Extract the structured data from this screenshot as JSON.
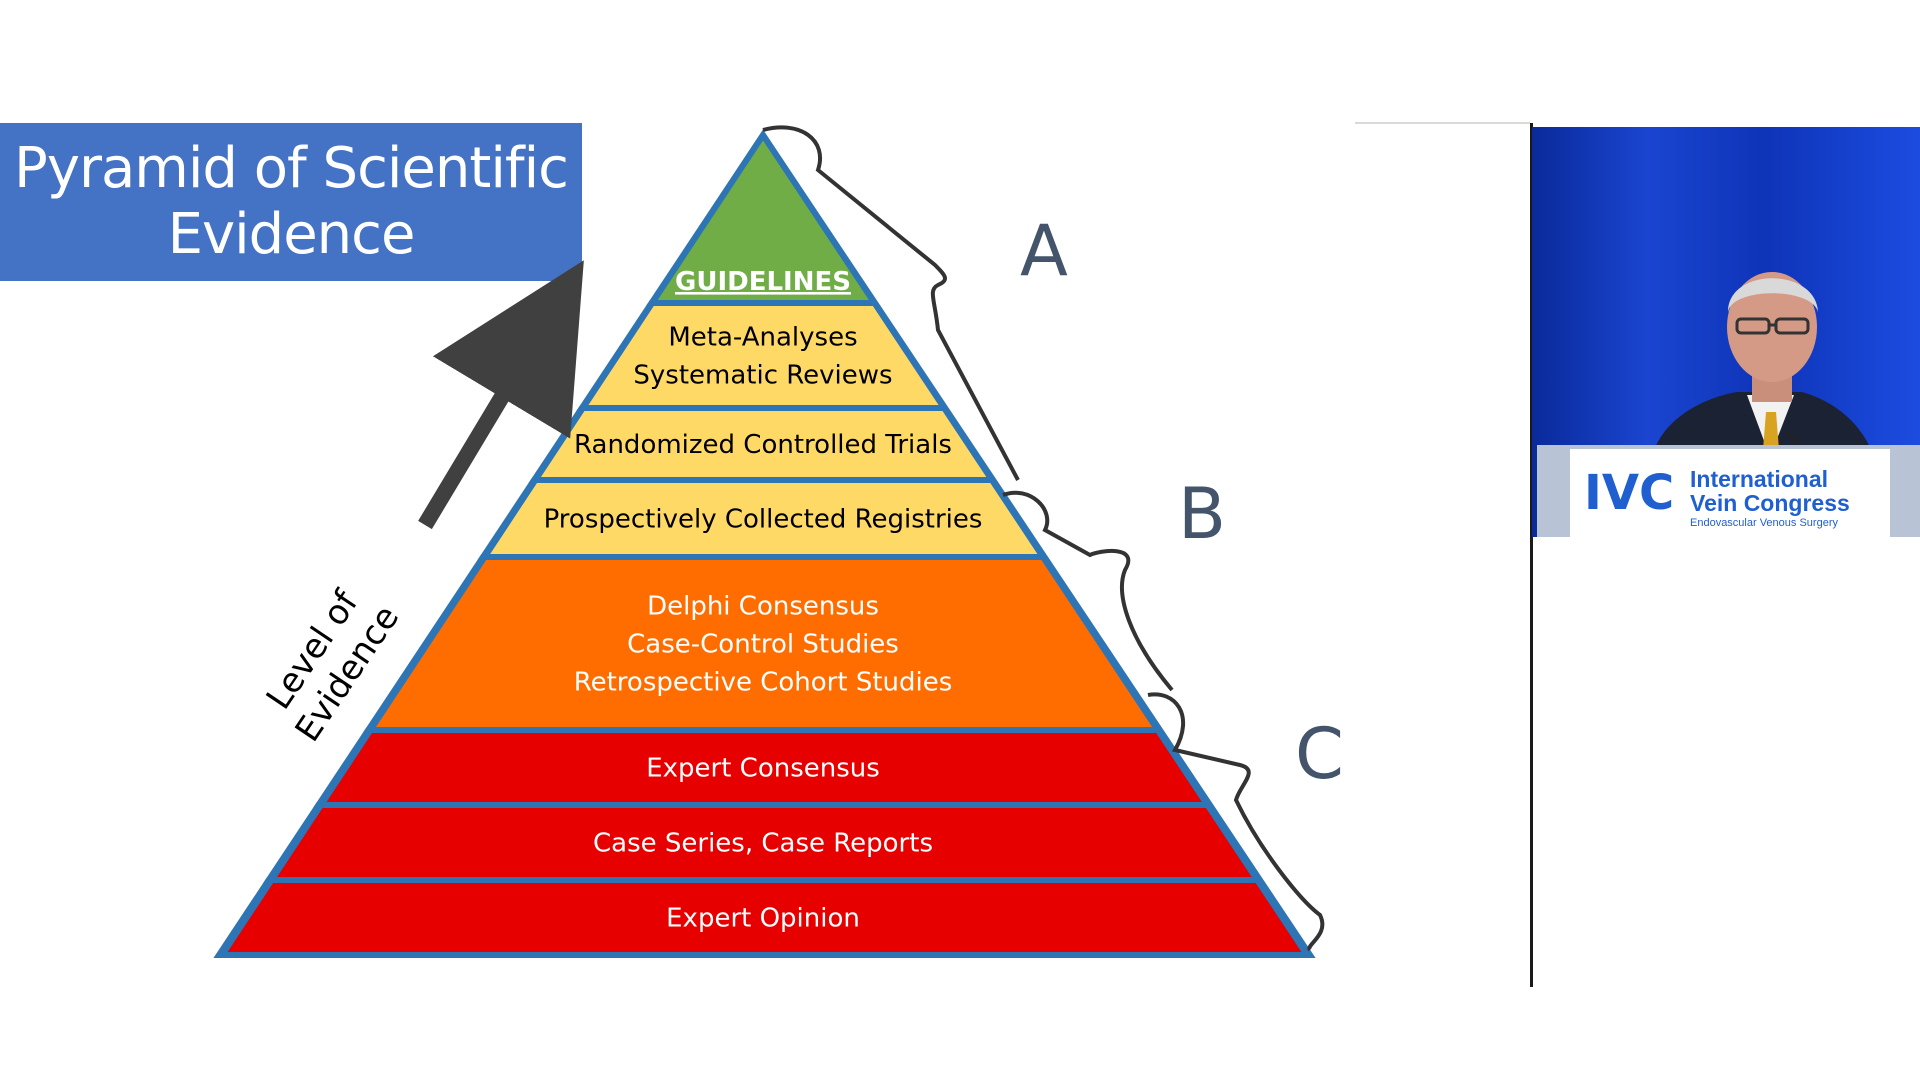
{
  "slide": {
    "title": "Pyramid of Scientific Evidence",
    "axis_label_line1": "Level of",
    "axis_label_line2": "Evidence",
    "tiers": [
      {
        "label_lines": [
          "GUIDELINES"
        ],
        "color": "#70ad47",
        "text_color": "#ffffff",
        "underline": true
      },
      {
        "label_lines": [
          "Meta-Analyses",
          "Systematic Reviews"
        ],
        "color": "#ffd966",
        "text_color": "#000000"
      },
      {
        "label_lines": [
          "Randomized Controlled Trials"
        ],
        "color": "#ffd966",
        "text_color": "#000000"
      },
      {
        "label_lines": [
          "Prospectively Collected Registries"
        ],
        "color": "#ffd966",
        "text_color": "#000000"
      },
      {
        "label_lines": [
          "Delphi Consensus",
          "Case-Control Studies",
          "Retrospective Cohort Studies"
        ],
        "color": "#ff6d00",
        "text_color": "#ffffff"
      },
      {
        "label_lines": [
          "Expert Consensus"
        ],
        "color": "#e60000",
        "text_color": "#ffffff"
      },
      {
        "label_lines": [
          "Case Series, Case Reports"
        ],
        "color": "#e60000",
        "text_color": "#ffffff"
      },
      {
        "label_lines": [
          "Expert Opinion"
        ],
        "color": "#e60000",
        "text_color": "#ffffff"
      }
    ],
    "grade_labels": [
      "A",
      "B",
      "C"
    ],
    "colors": {
      "title_bg": "#4472c4",
      "pyramid_outline": "#2e75b6",
      "arrow": "#404040",
      "grade_text": "#44546a"
    }
  },
  "speaker_video": {
    "podium_logo_mark": "IVC",
    "podium_logo_line1": "International",
    "podium_logo_line2": "Vein Congress",
    "podium_logo_tagline": "Endovascular Venous Surgery"
  }
}
